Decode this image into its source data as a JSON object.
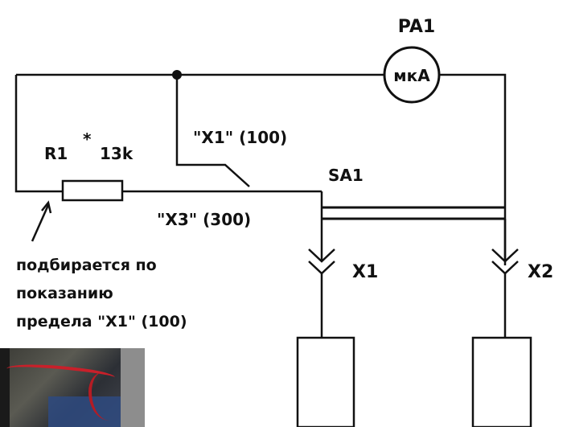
{
  "meter": {
    "designator": "PA1",
    "unit": "мкА"
  },
  "resistor": {
    "designator": "R1",
    "star": "*",
    "value": "13k"
  },
  "switch": {
    "designator": "SA1",
    "position_x1": "\"X1\" (100)",
    "position_x3": "\"X3\" (300)"
  },
  "connectors": {
    "x1": "X1",
    "x2": "X2"
  },
  "note": {
    "line1": "подбирается по",
    "line2": "показанию",
    "line3": "предела \"X1\" (100)"
  },
  "colors": {
    "ink": "#111111",
    "background": "#ffffff",
    "photo_wire": "#c8202a"
  }
}
